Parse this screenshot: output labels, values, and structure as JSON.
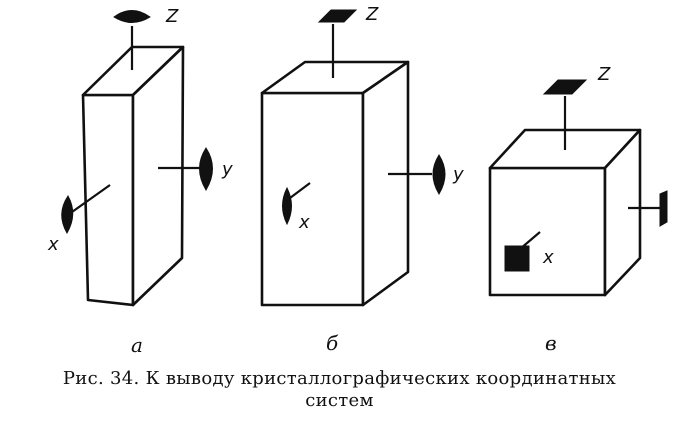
{
  "panels": [
    {
      "label": "а",
      "axes": {
        "z": "Z",
        "y": "y",
        "x": "x"
      }
    },
    {
      "label": "б",
      "axes": {
        "z": "Z",
        "y": "y",
        "x": "x"
      }
    },
    {
      "label": "в",
      "axes": {
        "z": "Z",
        "x": "x"
      }
    }
  ],
  "caption": {
    "line1": "Рис. 34. К выводу кристаллографических координатных",
    "line2": "систем"
  }
}
